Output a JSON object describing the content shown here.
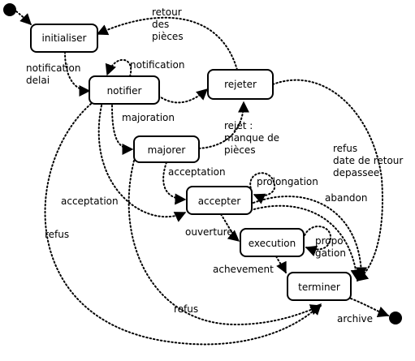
{
  "diagram": {
    "states": {
      "initialiser": "initialiser",
      "notifier": "notifier",
      "rejeter": "rejeter",
      "majorer": "majorer",
      "accepter": "accepter",
      "execution": "execution",
      "terminer": "terminer"
    },
    "labels": {
      "retour_des_pieces": [
        "retour",
        "des",
        "pièces"
      ],
      "notification_delai": [
        "notification",
        "delai"
      ],
      "notification": "notification",
      "majoration": "majoration",
      "rejet_manque": [
        "rejet :",
        "manque de",
        "pièces"
      ],
      "refus_date": [
        "refus",
        "date de retour",
        "depassee"
      ],
      "acceptation_1": "acceptation",
      "prolongation": "prolongation",
      "acceptation_2": "acceptation",
      "abandon": "abandon",
      "refus_left": "refus",
      "ouverture": "ouverture",
      "propogation": [
        "propo",
        "gation"
      ],
      "achevement": "achevement",
      "refus_bottom": "refus",
      "archive": "archive"
    }
  }
}
